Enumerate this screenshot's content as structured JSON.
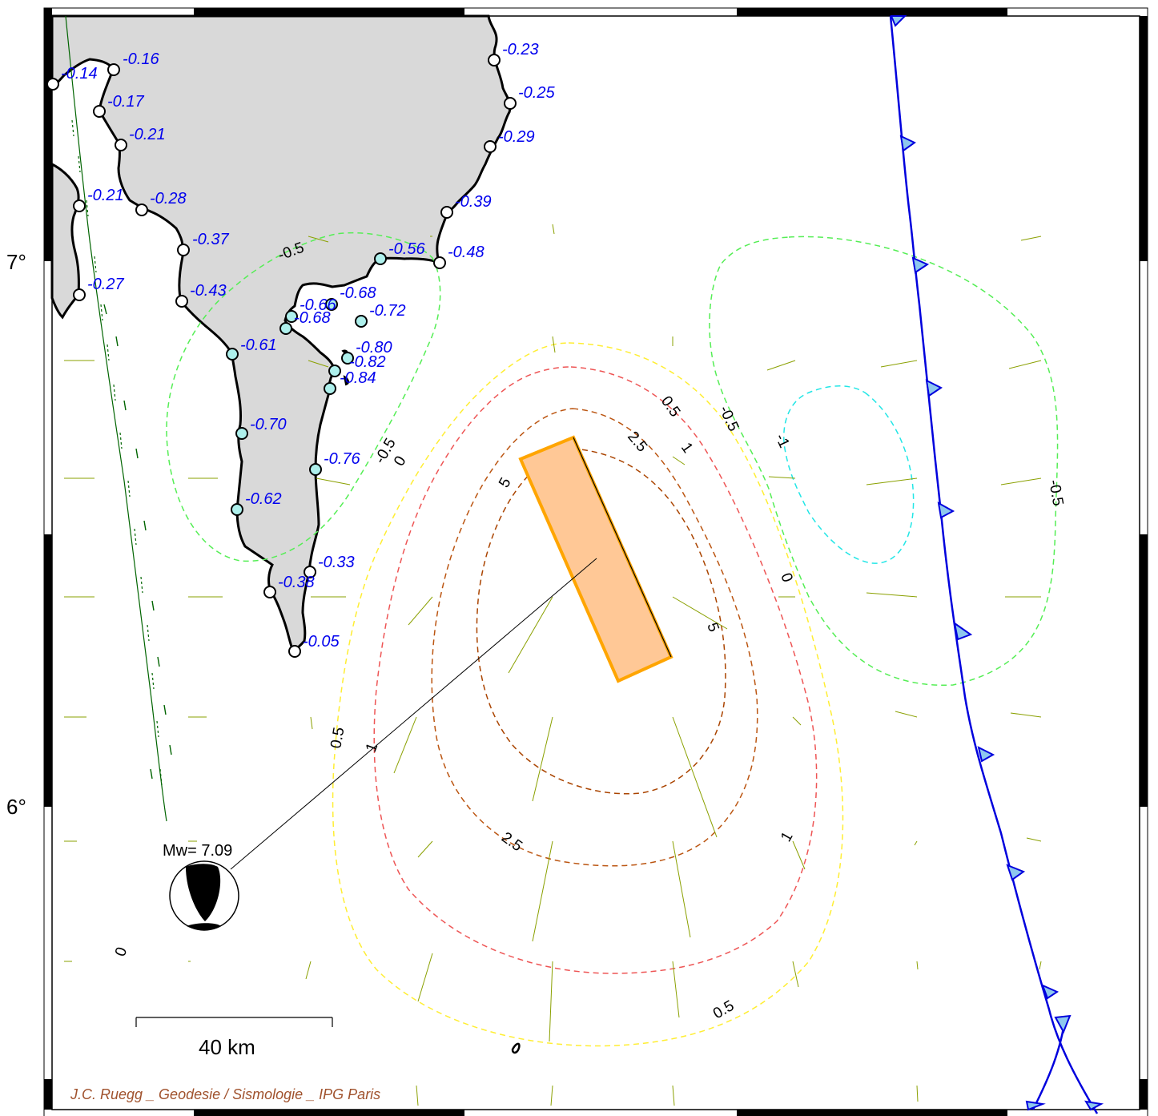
{
  "map": {
    "lat_labels": [
      "7°",
      "6°"
    ],
    "magnitude_label": "Mw= 7.09",
    "scale_bar_label": "40 km",
    "credit": "J.C. Ruegg _ Geodesie / Sismologie _ IPG Paris",
    "colors": {
      "land": "#d9d9d9",
      "coastline": "#000000",
      "station_open": "#ffffff",
      "station_filled": "#aef0ec",
      "station_label": "#0000ee",
      "fault_plane": "#ffc896",
      "fault_outline": "#ffa500",
      "trench": "#0000dd",
      "trench_teeth": "#8ec8ee",
      "arrows": "#8aa000",
      "faults_onland": "#006400"
    },
    "contour_levels": [
      {
        "value": "-1",
        "color": "#22e6e6"
      },
      {
        "value": "-0.5",
        "color": "#55ee55"
      },
      {
        "value": "0",
        "color": "#000000"
      },
      {
        "value": "0.5",
        "color": "#ffee33"
      },
      {
        "value": "1",
        "color": "#ee5555"
      },
      {
        "value": "2.5",
        "color": "#bb5511"
      },
      {
        "value": "5",
        "color": "#aa4400"
      }
    ],
    "contour_labels": [
      "-0.5",
      "0.5",
      "2.5",
      "1",
      "-0.5",
      "-1",
      "-0.5",
      "0",
      "5",
      "0",
      "-0.5",
      "0",
      "0.5",
      "1",
      "2.5",
      "1",
      "0.5",
      "0",
      "5"
    ],
    "stations": [
      "-0.14",
      "-0.16",
      "-0.17",
      "-0.21",
      "-0.21",
      "-0.28",
      "-0.37",
      "-0.27",
      "-0.43",
      "-0.61",
      "-0.70",
      "-0.62",
      "-0.38",
      "-0.33",
      "-0.05",
      "-0.76",
      "-0.84",
      "-0.82",
      "-0.80",
      "-0.72",
      "-0.68",
      "-0.66",
      "-0.68",
      "-0.56",
      "-0.48",
      "-0.39",
      "-0.29",
      "-0.25",
      "-0.23"
    ]
  }
}
